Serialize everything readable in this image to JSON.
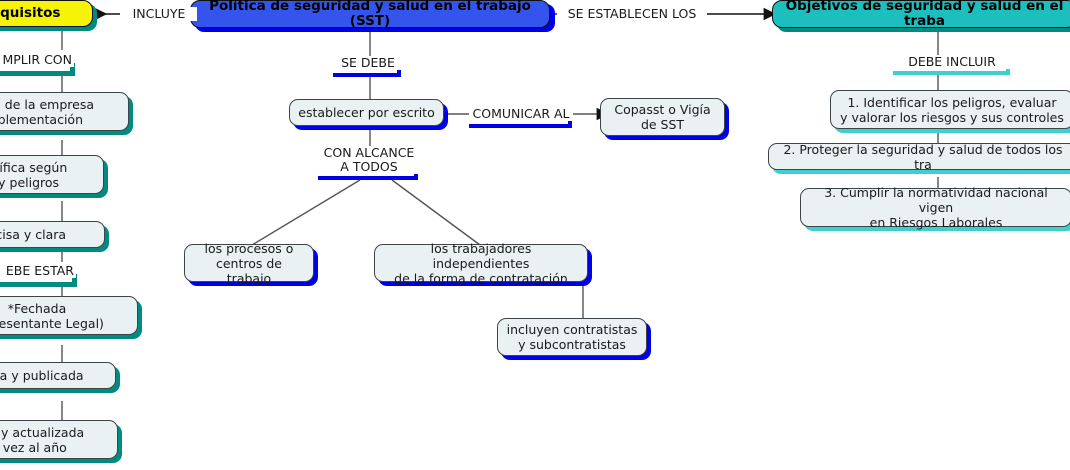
{
  "diagram": {
    "type": "concept-map",
    "title_node": "Política de seguridad y salud en el trabajo (SST)",
    "colors": {
      "root_blue": "#3355ee",
      "root_teal": "#1cbfbd",
      "root_yellow": "#f7f307",
      "node_fill": "#eaf1f3",
      "shadow_blue": "#0000e6",
      "shadow_teal": "#008a80",
      "shadow_cyan": "#3ed0cd",
      "line": "#555555",
      "text": "#1a1a1a"
    }
  },
  "nodes": {
    "root_policy": "Política de seguridad y salud en el trabajo (SST)",
    "requisitos": "Requisitos",
    "objetivos": "Objetivos de seguridad y salud en el traba",
    "establecer": "establecer por escrito",
    "copasst": "Copasst o Vigía\nde SST",
    "procesos": "los procesos o\ncentros de trabajo",
    "trabajadores_indep": "los trabajadores independientes\nde la forma de contratación",
    "contratistas": "incluyen contratistas\ny subcontratistas",
    "obj1": "1. Identificar los peligros, evaluar\ny valorar los riesgos y sus controles",
    "obj2": "2. Proteger la seguridad y salud de todos los tra",
    "obj3": "3. Cumplir la normatividad nacional vigen\nen Riesgos Laborales",
    "req_compromiso": "miso de la empresa\nimplementación",
    "req_especifica": "específica según\naño y peligros",
    "req_concisa": " concisa y clara",
    "req_fechada": "*Fechada\nRepresentante Legal)",
    "req_difundida": "ndida y publicada",
    "req_revisada": "ada y actualizada\na vez al año"
  },
  "link_labels": {
    "incluye": "INCLUYE",
    "se_establecen_los": "SE ESTABLECEN LOS",
    "se_debe": "SE DEBE",
    "comunicar_al": "COMUNICAR AL",
    "con_alcance": "CON ALCANCE\nA TODOS",
    "debe_incluir": "DEBE INCLUIR",
    "debe_cumplir_con": "MPLIR CON",
    "debe_estar": "EBE ESTAR"
  }
}
